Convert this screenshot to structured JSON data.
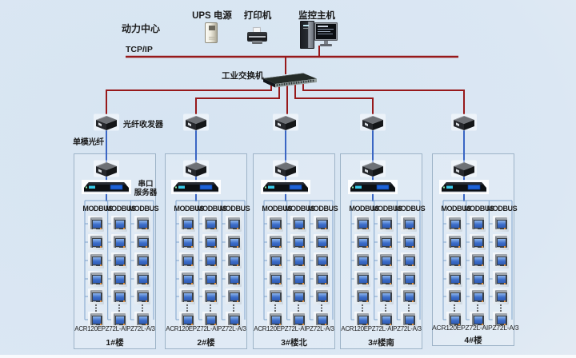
{
  "top": {
    "site_label": "动力中心",
    "tcpip_label": "TCP/IP",
    "switch_label": "工业交换机",
    "devices": [
      {
        "id": "ups",
        "label": "UPS 电源"
      },
      {
        "id": "printer",
        "label": "打印机"
      },
      {
        "id": "host",
        "label": "监控主机"
      }
    ]
  },
  "field_labels": {
    "fiber_transceiver": "光纤收发器",
    "single_mode_fiber": "单模光纤",
    "serial_server_line1": "串口",
    "serial_server_line2": "服务器"
  },
  "groups": [
    {
      "building": "1#楼",
      "meter_model": "ACR120EPZ72L-AIPZ72L-A/3",
      "columns": [
        "MODBUS",
        "MODBUS",
        "MODBUS"
      ]
    },
    {
      "building": "2#楼",
      "meter_model": "ACR120EPZ72L-AIPZ72L-A/3",
      "columns": [
        "MODBUS",
        "MODBUS",
        "MODBUS"
      ]
    },
    {
      "building": "3#楼北",
      "meter_model": "ACR120EPZ72L-AIPZ72L-A/3",
      "columns": [
        "MODBUS",
        "MODBUS",
        "MODBUS"
      ]
    },
    {
      "building": "3#楼南",
      "meter_model": "ACR120EPZ72L-AIPZ72L-A/3",
      "columns": [
        "MODBUS",
        "MODBUS",
        "MODBUS"
      ]
    },
    {
      "building": "4#楼",
      "meter_model": "ACR120EPZ72L-AIPZ72L-A/3",
      "columns": [
        "MODBUS",
        "MODBUS",
        "MODBUS"
      ]
    }
  ],
  "colors": {
    "ethernet_line": "#97191b",
    "fiber_line": "#3a66c4",
    "bus_line": "#7fa3cc"
  }
}
